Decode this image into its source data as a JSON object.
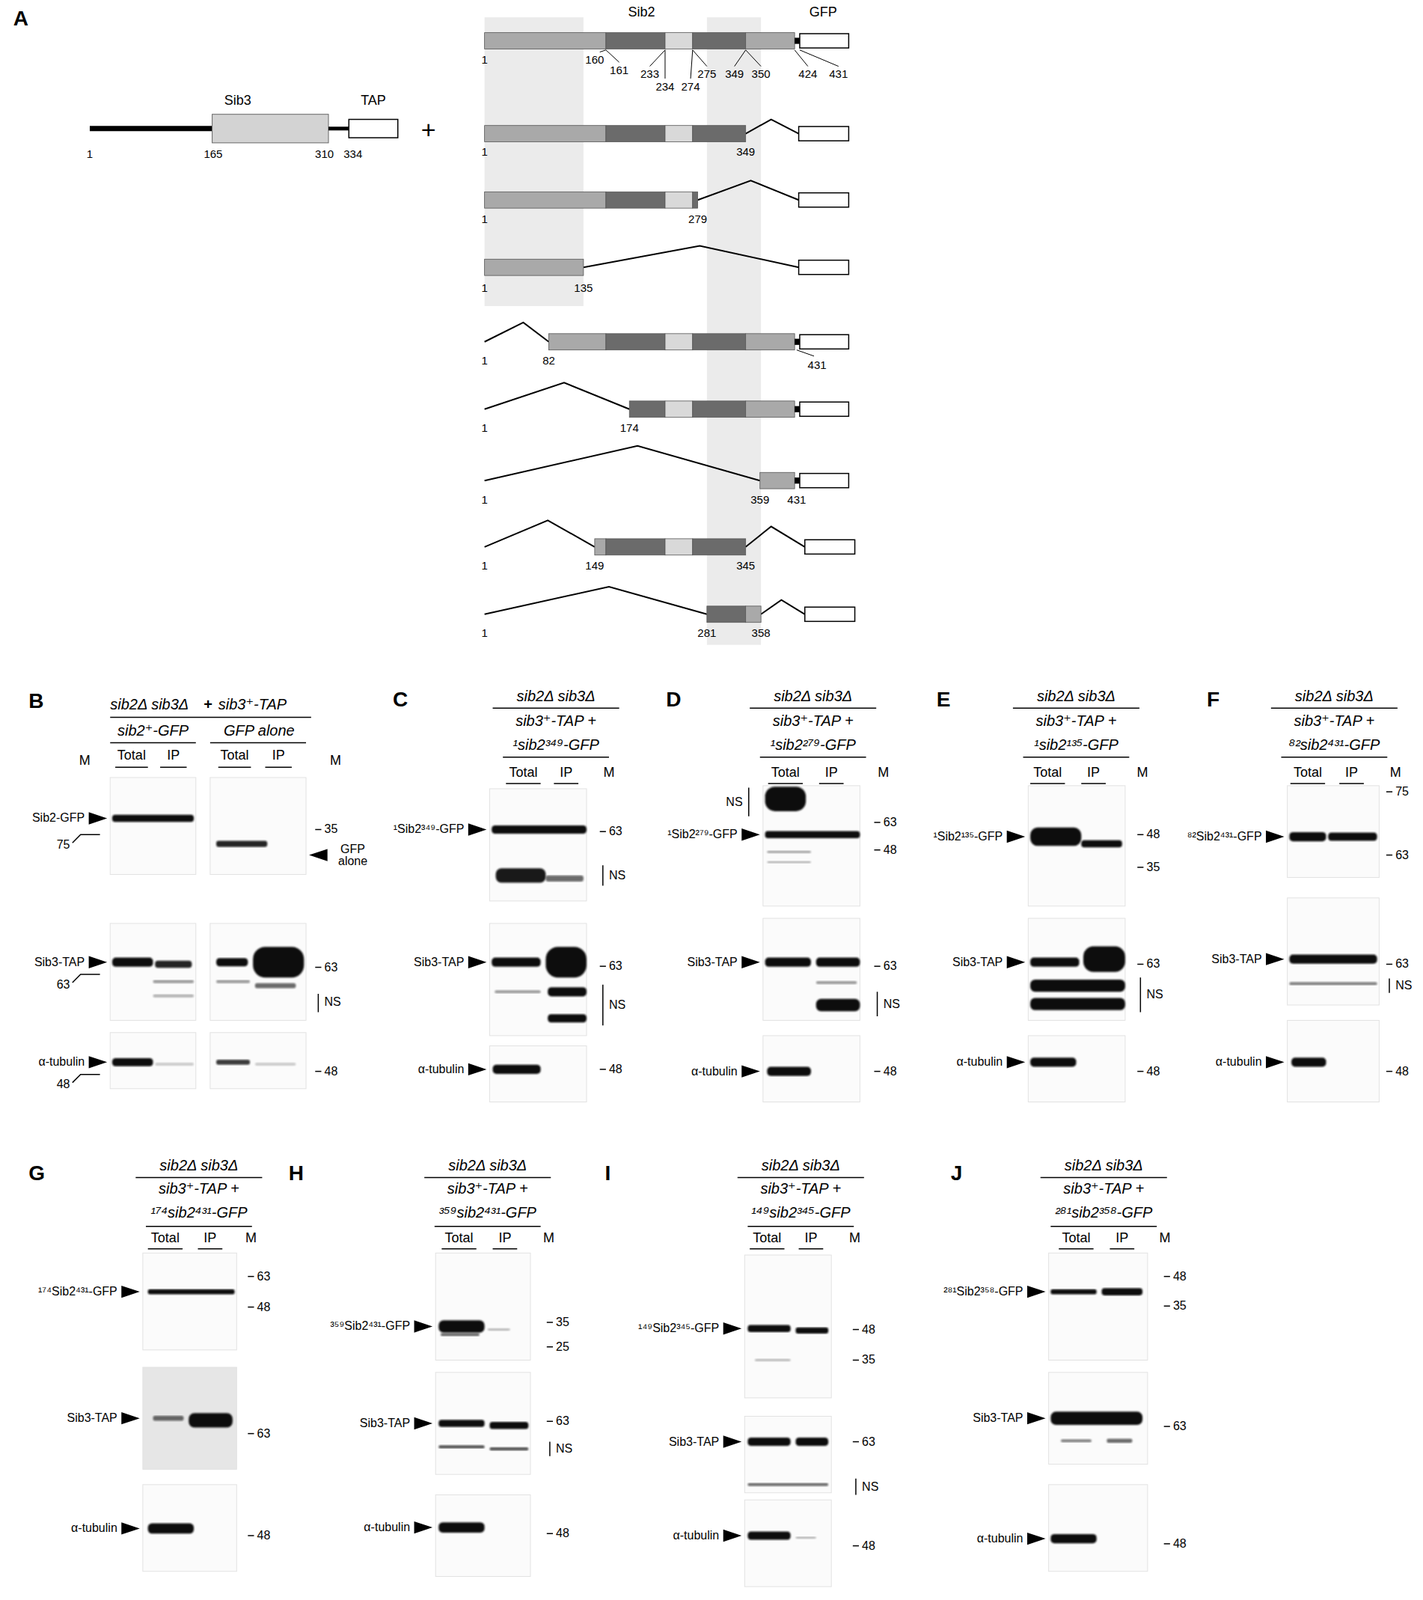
{
  "diagram": {
    "labels": [
      "A",
      "Sib3",
      "TAP",
      "1",
      "165",
      "310",
      "334",
      "+",
      "Sib2",
      "GFP",
      "1",
      "160",
      "161",
      "233",
      "234",
      "274",
      "275",
      "349",
      "350",
      "424",
      "431",
      "1",
      "349",
      "1",
      "279",
      "1",
      "135",
      "1",
      "82",
      "431",
      "1",
      "174",
      "1",
      "359",
      "431",
      "1",
      "149",
      "345",
      "1",
      "281",
      "358",
      "B",
      "sib2Δ sib3Δ",
      "+",
      "sib3⁺-TAP",
      "sib2⁺-GFP",
      "GFP alone",
      "M",
      "Total",
      "IP",
      "Total",
      "IP",
      "M",
      "Sib2-GFP",
      "75",
      "35",
      "GFP alone",
      "Sib3-TAP",
      "63",
      "63",
      "NS",
      "α-tubulin",
      "48",
      "48",
      "C",
      "sib2Δ sib3Δ",
      "sib3⁺-TAP +",
      "¹sib2³⁴⁹-GFP",
      "Total",
      "IP",
      "M",
      "¹Sib2³⁴⁹-GFP",
      "63",
      "NS",
      "Sib3-TAP",
      "63",
      "NS",
      "α-tubulin",
      "48",
      "D",
      "sib2Δ sib3Δ",
      "sib3⁺-TAP +",
      "¹sib2²⁷⁹-GFP",
      "Total",
      "IP",
      "M",
      "NS",
      "¹Sib2²⁷⁹-GFP",
      "63",
      "48",
      "Sib3-TAP",
      "63",
      "NS",
      "α-tubulin",
      "48",
      "E",
      "sib2Δ sib3Δ",
      "sib3⁺-TAP +",
      "¹sib2¹³⁵-GFP",
      "Total",
      "IP",
      "M",
      "¹Sib2¹³⁵-GFP",
      "48",
      "35",
      "Sib3-TAP",
      "63",
      "NS",
      "α-tubulin",
      "48",
      "F",
      "sib2Δ sib3Δ",
      "sib3⁺-TAP +",
      "⁸²sib2⁴³¹-GFP",
      "Total",
      "IP",
      "M",
      "⁸²Sib2⁴³¹-GFP",
      "75",
      "63",
      "Sib3-TAP",
      "63",
      "NS",
      "α-tubulin",
      "48",
      "G",
      "sib2Δ sib3Δ",
      "sib3⁺-TAP +",
      "¹⁷⁴sib2⁴³¹-GFP",
      "Total",
      "IP",
      "M",
      "¹⁷⁴Sib2⁴³¹-GFP",
      "63",
      "48",
      "Sib3-TAP",
      "63",
      "α-tubulin",
      "48",
      "H",
      "sib2Δ sib3Δ",
      "sib3⁺-TAP +",
      "³⁵⁹sib2⁴³¹-GFP",
      "Total",
      "IP",
      "M",
      "³⁵⁹Sib2⁴³¹-GFP",
      "35",
      "25",
      "Sib3-TAP",
      "63",
      "NS",
      "α-tubulin",
      "48",
      "I",
      "sib2Δ sib3Δ",
      "sib3⁺-TAP +",
      "¹⁴⁹sib2³⁴⁵-GFP",
      "Total",
      "IP",
      "M",
      "¹⁴⁹Sib2³⁴⁵-GFP",
      "48",
      "35",
      "Sib3-TAP",
      "63",
      "NS",
      "α-tubulin",
      "48",
      "J",
      "sib2Δ sib3Δ",
      "sib3⁺-TAP +",
      "²⁸¹sib2³⁵⁸-GFP",
      "Total",
      "IP",
      "M",
      "²⁸¹Sib2³⁵⁸-GFP",
      "48",
      "35",
      "Sib3-TAP",
      "63",
      "α-tubulin",
      "48"
    ]
  }
}
